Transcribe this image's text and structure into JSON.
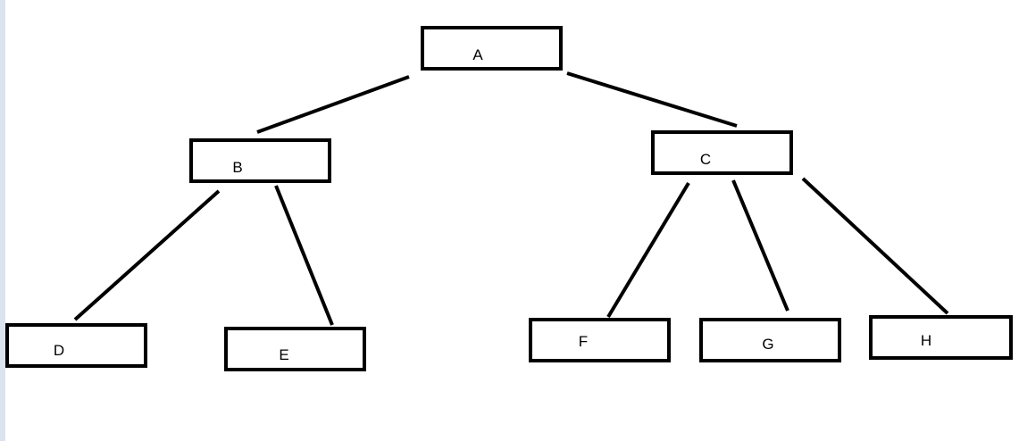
{
  "diagram": {
    "nodes": [
      {
        "id": "A",
        "label": "A"
      },
      {
        "id": "B",
        "label": "B"
      },
      {
        "id": "C",
        "label": "C"
      },
      {
        "id": "D",
        "label": "D"
      },
      {
        "id": "E",
        "label": "E"
      },
      {
        "id": "F",
        "label": "F"
      },
      {
        "id": "G",
        "label": "G"
      },
      {
        "id": "H",
        "label": "H"
      }
    ],
    "edges": [
      {
        "from": "A",
        "to": "B"
      },
      {
        "from": "A",
        "to": "C"
      },
      {
        "from": "B",
        "to": "D"
      },
      {
        "from": "B",
        "to": "E"
      },
      {
        "from": "C",
        "to": "F"
      },
      {
        "from": "C",
        "to": "G"
      },
      {
        "from": "C",
        "to": "H"
      }
    ],
    "colors": {
      "stroke": "#000000",
      "background": "#ffffff",
      "left_strip": "#dbe3ee"
    }
  }
}
